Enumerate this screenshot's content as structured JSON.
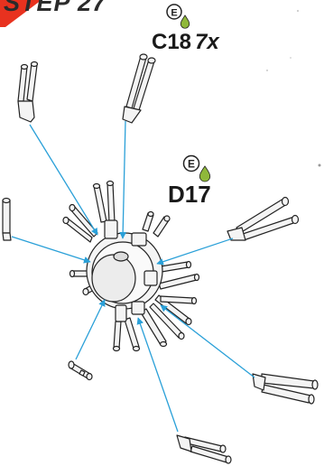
{
  "step": {
    "label": "STEP 27"
  },
  "callouts": [
    {
      "id": "c18",
      "part": "C18",
      "quantity": "7x",
      "badge_letter": "E"
    },
    {
      "id": "d17",
      "part": "D17",
      "badge_letter": "E"
    }
  ],
  "colors": {
    "step_banner": "#e8321f",
    "arrow": "#2aa0d8",
    "glue_drop": "#8fb83a",
    "line_art": "#222222",
    "part_fill": "#f4f4f4"
  }
}
